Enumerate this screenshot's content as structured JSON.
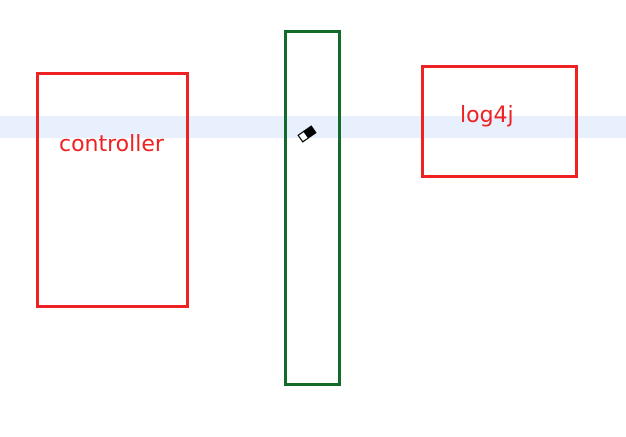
{
  "canvas": {
    "highlight_color": "#e8f0fe"
  },
  "boxes": [
    {
      "id": "controller",
      "label": "controller",
      "border_color": "#ee2222"
    },
    {
      "id": "log4j",
      "label": "log4j",
      "border_color": "#ee2222"
    },
    {
      "id": "separator",
      "label": "",
      "border_color": "#126b2b"
    }
  ],
  "label_color": "#ee2222",
  "cursor": {
    "icon": "eraser-icon"
  }
}
